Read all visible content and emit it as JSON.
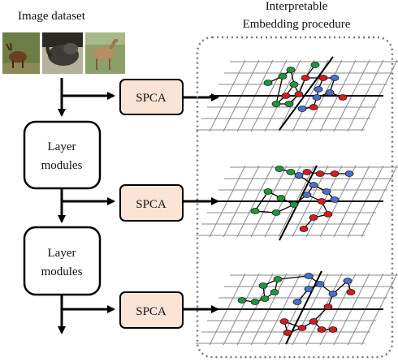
{
  "title_left": "Image dataset",
  "title_right_line1": "Interpretable",
  "title_right_line2": "Embedding procedure",
  "spca_label": "SPCA",
  "layer_line1": "Layer",
  "layer_line2": "modules",
  "colors": {
    "spca_fill": "#fbe3d6",
    "node_green": "#1a9a3a",
    "node_blue": "#4a6fcf",
    "node_red": "#d81b1b",
    "grid": "#8a8a8a",
    "dashed_border": "#777777"
  },
  "icons": [
    "elk-photo",
    "ostrich-photo",
    "deer-photo"
  ]
}
